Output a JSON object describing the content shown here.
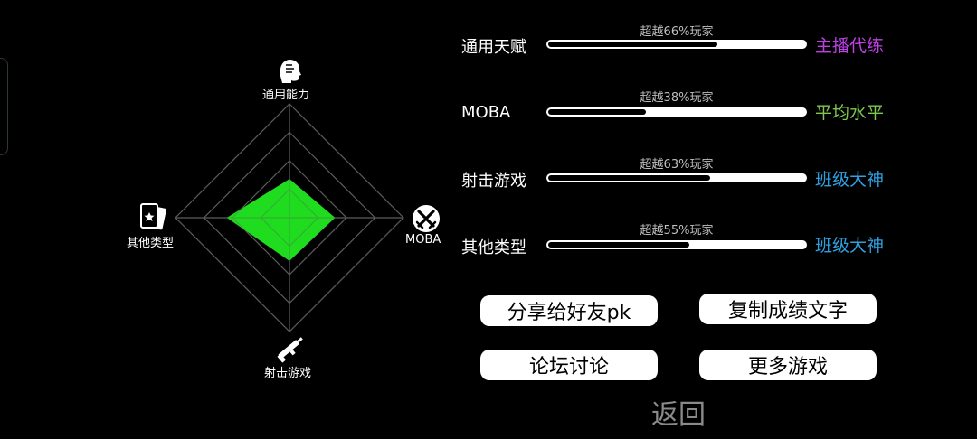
{
  "radar": {
    "axes": [
      {
        "key": "top",
        "label": "通用能力",
        "icon": "head-icon",
        "value": 0.34
      },
      {
        "key": "right",
        "label": "MOBA",
        "icon": "crossed-swords-icon",
        "value": 0.4
      },
      {
        "key": "bottom",
        "label": "射击游戏",
        "icon": "rifle-icon",
        "value": 0.38
      },
      {
        "key": "left",
        "label": "其他类型",
        "icon": "cards-icon",
        "value": 0.55
      }
    ],
    "fill_color": "#1fdc1f",
    "grid_color": "#5a5a5a"
  },
  "stats": [
    {
      "name": "通用天赋",
      "percent_text": "超越66%玩家",
      "percent": 0.66,
      "rank": "主播代练",
      "rank_color": "#c040e8"
    },
    {
      "name": "MOBA",
      "percent_text": "超越38%玩家",
      "percent": 0.38,
      "rank": "平均水平",
      "rank_color": "#7ec850"
    },
    {
      "name": "射击游戏",
      "percent_text": "超越63%玩家",
      "percent": 0.63,
      "rank": "班级大神",
      "rank_color": "#2f9fe0"
    },
    {
      "name": "其他类型",
      "percent_text": "超越55%玩家",
      "percent": 0.55,
      "rank": "班级大神",
      "rank_color": "#2f9fe0"
    }
  ],
  "buttons": {
    "share": "分享给好友pk",
    "copy": "复制成绩文字",
    "forum": "论坛讨论",
    "more": "更多游戏",
    "back": "返回"
  }
}
